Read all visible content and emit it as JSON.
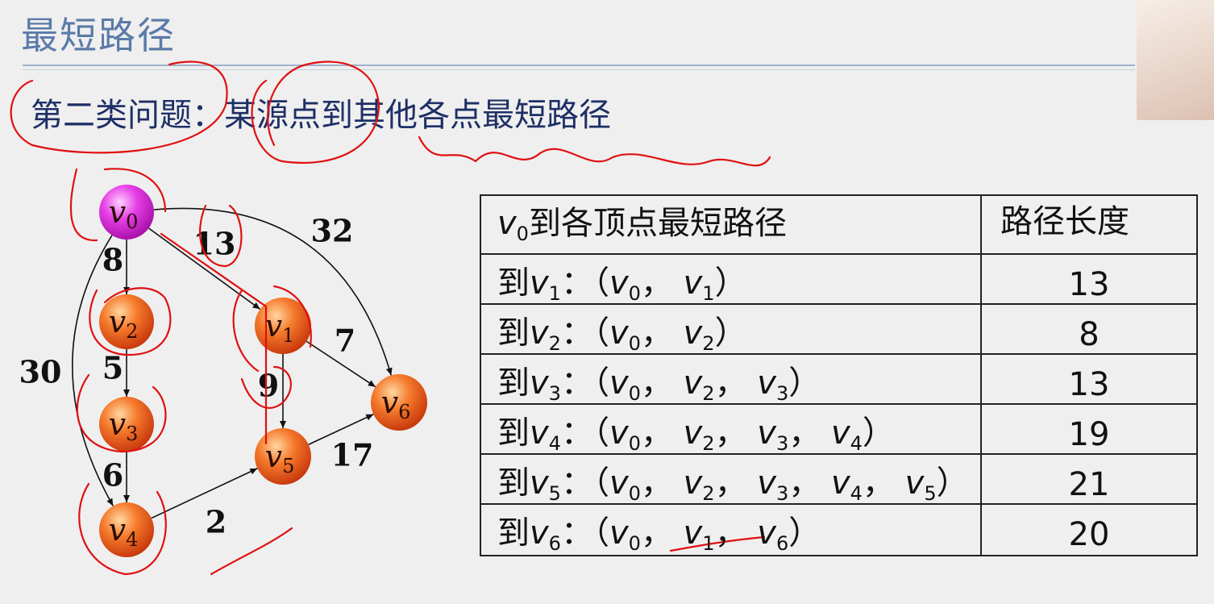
{
  "title": "最短路径",
  "subtitle": "第二类问题：某源点到其他各点最短路径",
  "graph": {
    "source": "v0",
    "nodes": [
      {
        "id": "v0",
        "base": "v",
        "sub": "0",
        "source": true
      },
      {
        "id": "v1",
        "base": "v",
        "sub": "1"
      },
      {
        "id": "v2",
        "base": "v",
        "sub": "2"
      },
      {
        "id": "v3",
        "base": "v",
        "sub": "3"
      },
      {
        "id": "v4",
        "base": "v",
        "sub": "4"
      },
      {
        "id": "v5",
        "base": "v",
        "sub": "5"
      },
      {
        "id": "v6",
        "base": "v",
        "sub": "6"
      }
    ],
    "edges": [
      {
        "from": "v0",
        "to": "v2",
        "weight": "8"
      },
      {
        "from": "v0",
        "to": "v1",
        "weight": "13"
      },
      {
        "from": "v0",
        "to": "v6",
        "weight": "32"
      },
      {
        "from": "v0",
        "to": "v4",
        "weight": "30"
      },
      {
        "from": "v2",
        "to": "v3",
        "weight": "5"
      },
      {
        "from": "v3",
        "to": "v4",
        "weight": "6"
      },
      {
        "from": "v1",
        "to": "v5",
        "weight": "9"
      },
      {
        "from": "v1",
        "to": "v6",
        "weight": "7"
      },
      {
        "from": "v4",
        "to": "v5",
        "weight": "2"
      },
      {
        "from": "v5",
        "to": "v6",
        "weight": "17"
      }
    ]
  },
  "table": {
    "header_prefix": "v",
    "header_prefix_sub": "0",
    "header_path": "到各顶点最短路径",
    "header_length": "路径长度",
    "row_prefix": "到",
    "rows": [
      {
        "target": "1",
        "path": [
          "0",
          "1"
        ],
        "length": "13"
      },
      {
        "target": "2",
        "path": [
          "0",
          "2"
        ],
        "length": "8"
      },
      {
        "target": "3",
        "path": [
          "0",
          "2",
          "3"
        ],
        "length": "13"
      },
      {
        "target": "4",
        "path": [
          "0",
          "2",
          "3",
          "4"
        ],
        "length": "19"
      },
      {
        "target": "5",
        "path": [
          "0",
          "2",
          "3",
          "4",
          "5"
        ],
        "length": "21"
      },
      {
        "target": "6",
        "path": [
          "0",
          "1",
          "6"
        ],
        "length": "20"
      }
    ]
  },
  "colors": {
    "title": "#5b7ba8",
    "subtitle": "#1e2f66",
    "node_orange": "#e8541a",
    "node_source": "#d61fd6",
    "annotation": "#e01010"
  }
}
